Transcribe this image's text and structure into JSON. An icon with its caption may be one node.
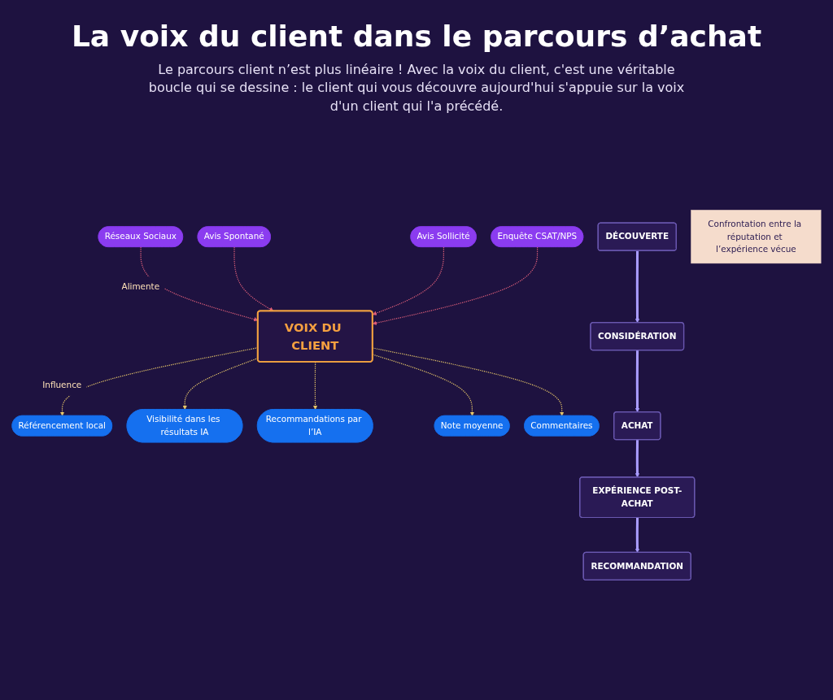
{
  "diagram": {
    "title": "La voix du client dans le parcours d’achat",
    "nodes": [
      {
        "text": [
          "DÉCOUVERTE"
        ]
      },
      {
        "text": [
          "Référencement local"
        ]
      },
      {
        "text": [
          "Visibilité dans les résultats IA"
        ]
      },
      {
        "text": [
          "CONSIDÉRATION"
        ]
      },
      {
        "text": [
          "VOIX DU CLIENT"
        ]
      },
      {
        "text": [
          "Réseaux Sociaux"
        ]
      },
      {
        "text": [
          "Avis Spontané"
        ]
      },
      {
        "text": [
          "RECOMMANDATION"
        ]
      },
      {
        "text": [
          "Avis Sollicité"
        ]
      },
      {
        "text": [
          "Enquête CSAT/NPS"
        ]
      },
      {
        "text": [
          "Recommandations par l’IA"
        ]
      },
      {
        "text": [
          "Note moyenne"
        ]
      },
      {
        "text": [
          "Commentaires"
        ]
      },
      {
        "text": [
          "Confrontation entre la réputation et l’expérience vécue"
        ]
      },
      {
        "text": [
          "ACHAT"
        ]
      },
      {
        "text": [
          "EXPÉRIENCE POST-ACHAT"
        ]
      }
    ],
    "edges": [
      {
        "from": 0,
        "to": 3,
        "arrow": "to",
        "style": "thick",
        "color": "#a99cff"
      },
      {
        "from": 3,
        "to": 14,
        "arrow": "to",
        "style": "thick",
        "color": "#a99cff"
      },
      {
        "from": 14,
        "to": 15,
        "arrow": "to",
        "style": "thick",
        "color": "#a99cff"
      },
      {
        "from": 15,
        "to": 7,
        "arrow": "to",
        "style": "thick",
        "color": "#a99cff"
      },
      {
        "from": 4,
        "to": 1,
        "arrow": "to",
        "style": "dashed",
        "color": "#e8c86a",
        "label": "Influence"
      },
      {
        "from": 4,
        "to": 2,
        "arrow": "to",
        "style": "dashed",
        "color": "#e8c86a"
      },
      {
        "from": 4,
        "to": 10,
        "arrow": "to",
        "style": "dashed",
        "color": "#e8c86a"
      },
      {
        "from": 4,
        "to": 11,
        "arrow": "to",
        "style": "dashed",
        "color": "#e8c86a"
      },
      {
        "from": 4,
        "to": 12,
        "arrow": "to",
        "style": "dashed",
        "color": "#e8c86a"
      },
      {
        "from": 5,
        "to": 4,
        "arrow": "to",
        "style": "dashed",
        "color": "#e0607a",
        "label": "Alimente"
      },
      {
        "from": 6,
        "to": 4,
        "arrow": "to",
        "style": "dashed",
        "color": "#e0607a"
      },
      {
        "from": 8,
        "to": 4,
        "arrow": "to",
        "style": "dashed",
        "color": "#e0607a"
      },
      {
        "from": 9,
        "to": 4,
        "arrow": "to",
        "style": "dashed",
        "color": "#e0607a"
      }
    ],
    "labels": [
      "Le parcours client n’est plus linéaire ! Avec la voix du client, c'est une véritable boucle qui se dessine : le client qui vous découvre aujourd'hui s'appuie sur la voix d'un client qui l'a précédé."
    ]
  }
}
